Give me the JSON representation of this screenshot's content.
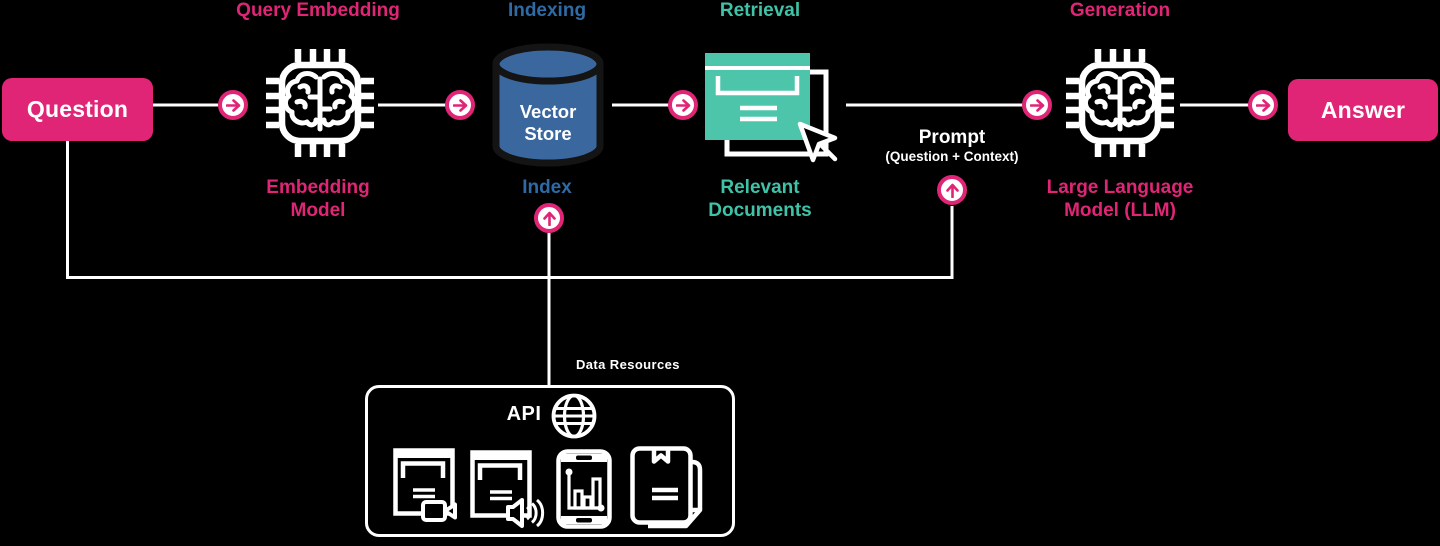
{
  "colors": {
    "pink": "#e02577",
    "blue": "#2e6ba6",
    "teal": "#3fc2a7",
    "cylinder_blue": "#3a689e",
    "window_teal": "#4cc5aa",
    "background": "#000000",
    "line_white": "#ffffff"
  },
  "flow": {
    "question": {
      "label": "Question"
    },
    "embedding": {
      "heading": "Query Embedding",
      "label": "Embedding Model"
    },
    "vector_store": {
      "heading": "Indexing",
      "body": "Vector Store",
      "label": "Index"
    },
    "retrieval": {
      "heading": "Retrieval",
      "label": "Relevant Documents"
    },
    "prompt": {
      "title": "Prompt",
      "subtitle": "(Question + Context)"
    },
    "llm": {
      "heading": "Generation",
      "label": "Large Language Model (LLM)"
    },
    "answer": {
      "label": "Answer"
    }
  },
  "data_resources": {
    "title": "Data Resources",
    "api_label": "API"
  },
  "icons": [
    "arrow-right-icon",
    "arrow-up-icon",
    "brain-chip-icon",
    "database-icon",
    "browser-window-icon",
    "cursor-icon",
    "globe-icon",
    "video-document-icon",
    "audio-document-icon",
    "mobile-analytics-icon",
    "book-icon"
  ]
}
